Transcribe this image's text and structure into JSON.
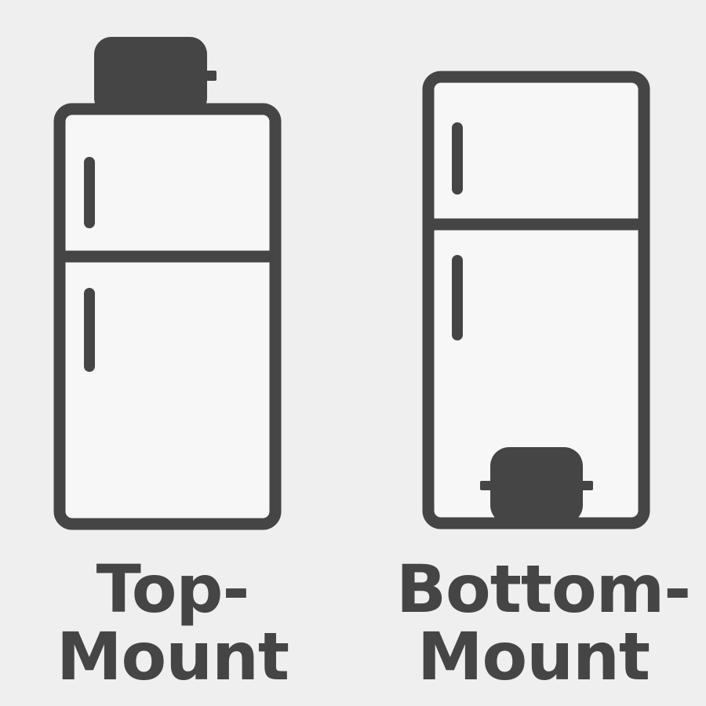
{
  "colors": {
    "background": "#efefef",
    "outline": "#454545",
    "door_fill": "#f7f7f7",
    "text": "#454545"
  },
  "fridges": [
    {
      "id": "top-mount",
      "label_lines": [
        "Top-",
        "Mount"
      ],
      "compressor_position": "top",
      "compressor_icon": "compressor-icon"
    },
    {
      "id": "bottom-mount",
      "label_lines": [
        "Bottom-",
        "Mount"
      ],
      "compressor_position": "bottom",
      "compressor_icon": "compressor-icon"
    }
  ]
}
